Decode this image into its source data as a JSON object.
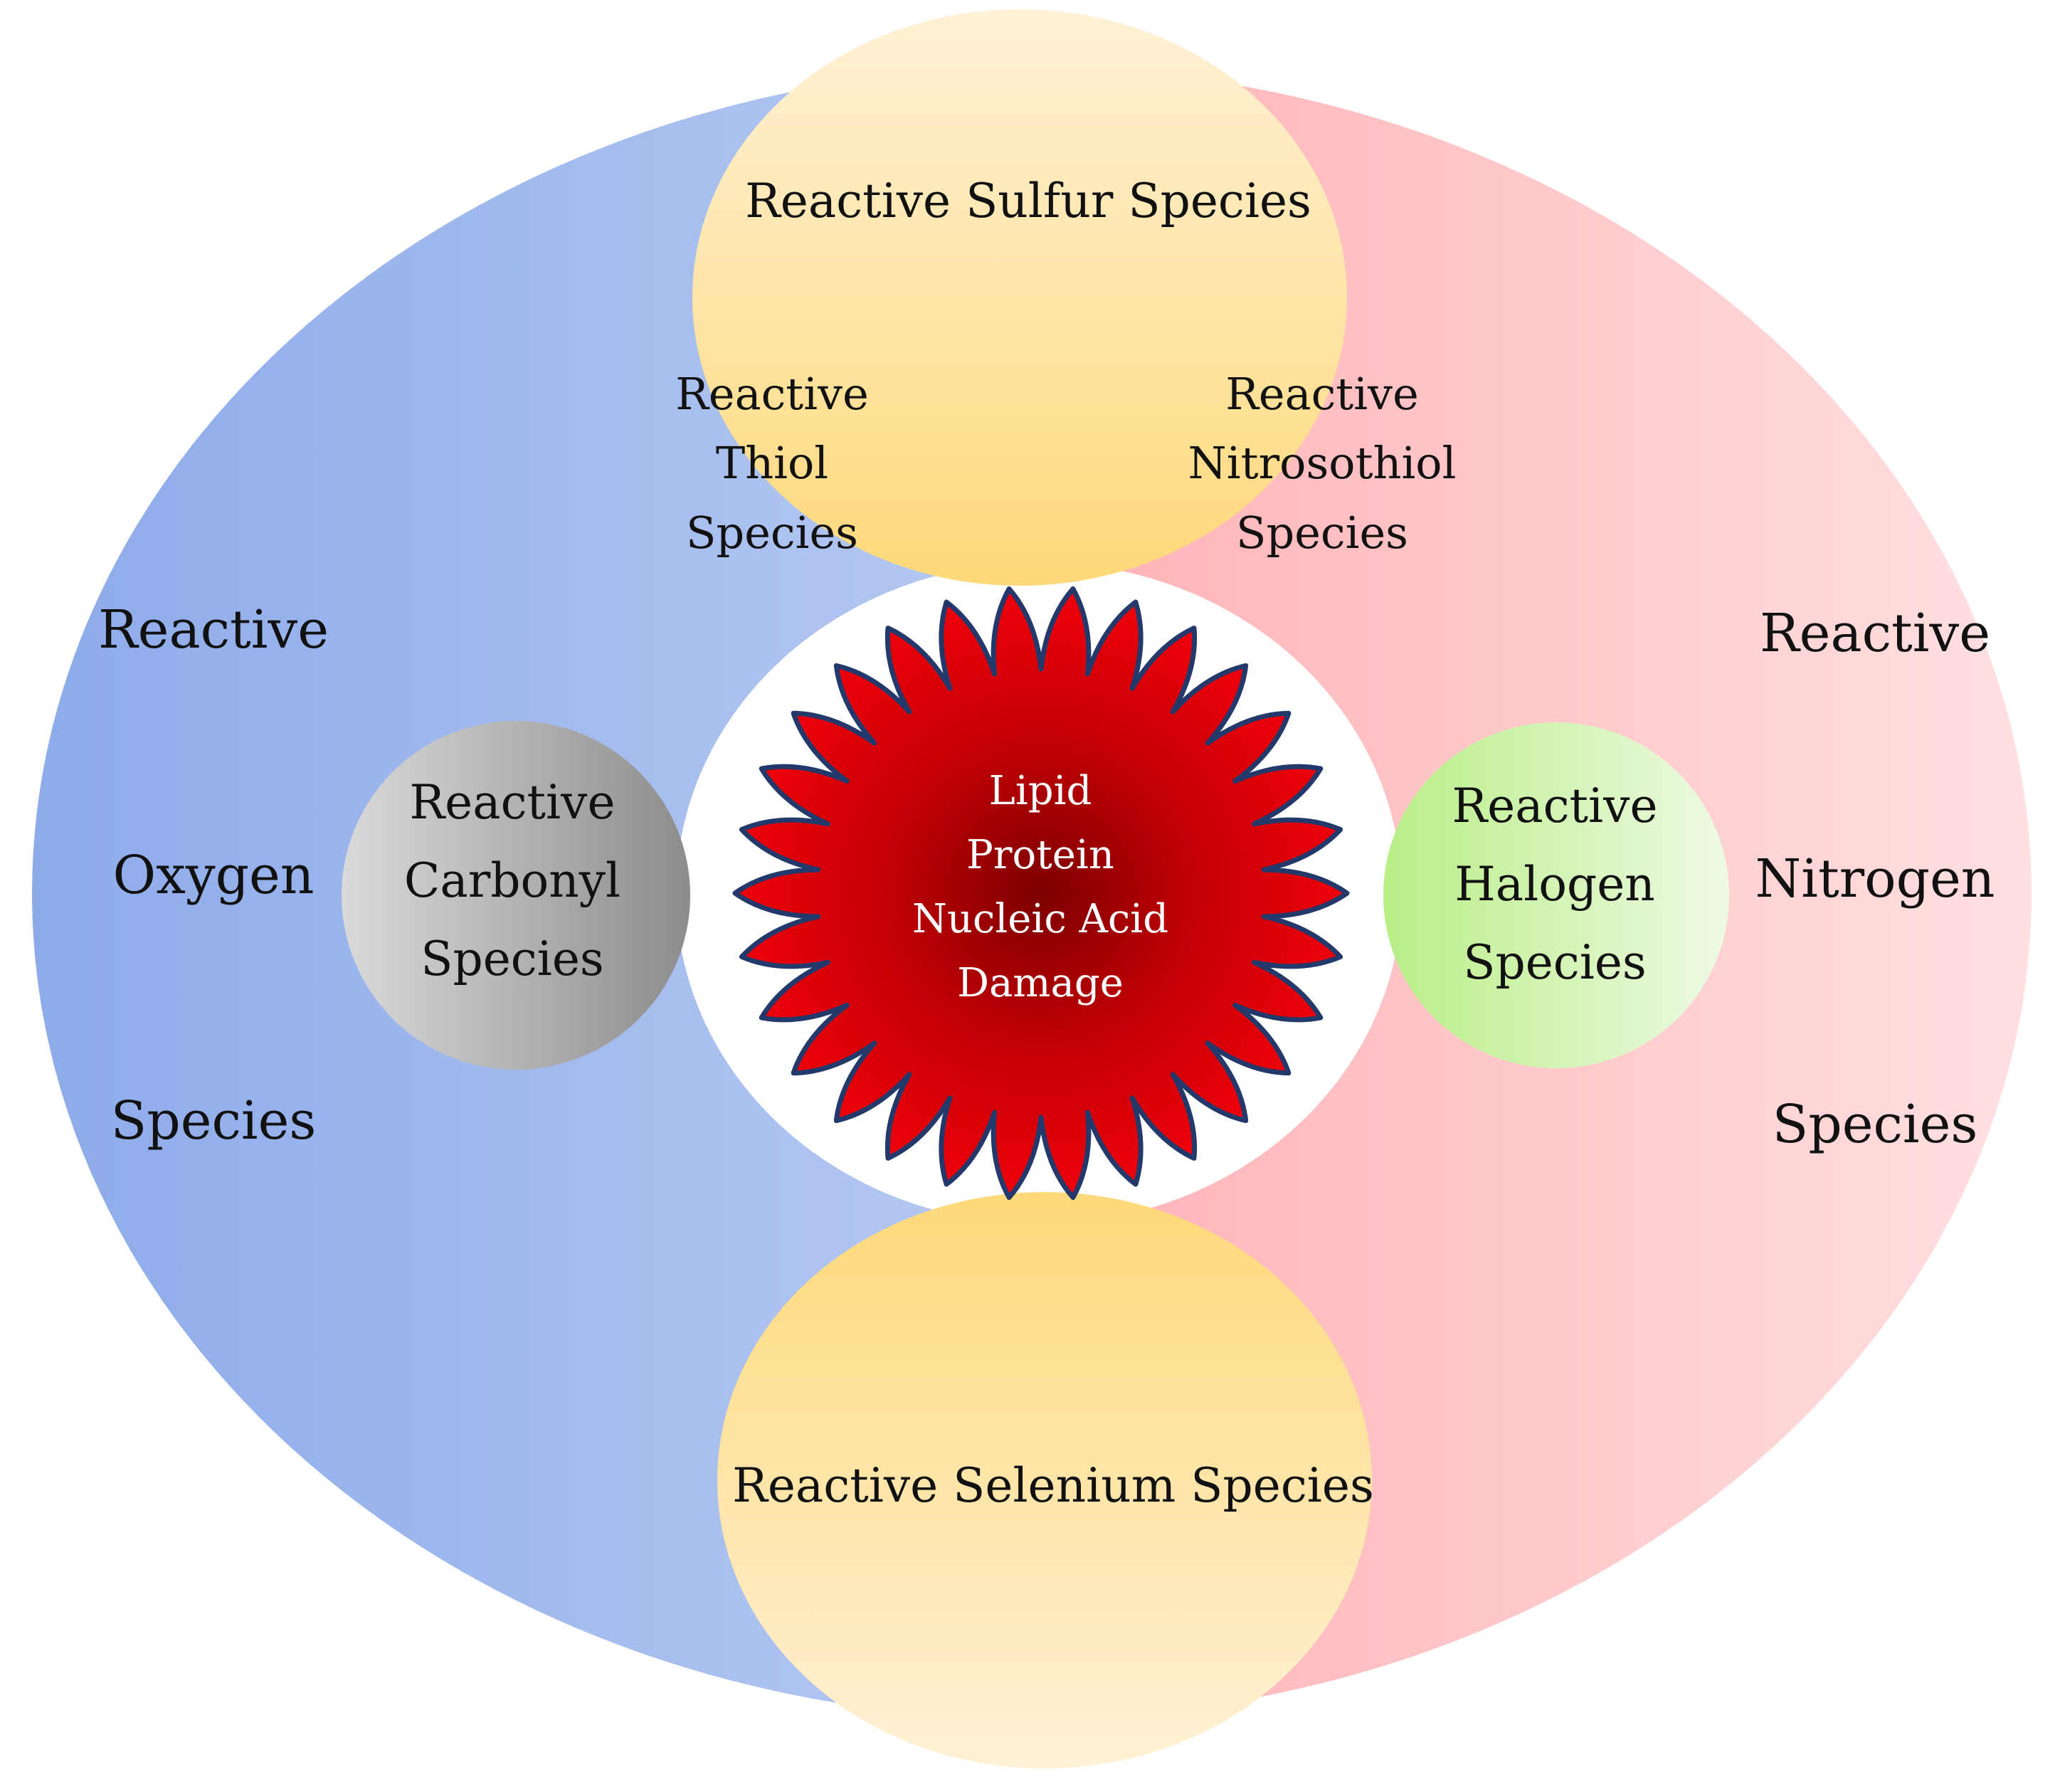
{
  "diagram": {
    "center": {
      "lines": [
        "Lipid",
        "Protein",
        "Nucleic Acid",
        "Damage"
      ]
    },
    "oxygen": {
      "lines": [
        "Reactive",
        "Oxygen",
        "Species"
      ]
    },
    "nitrogen": {
      "lines": [
        "Reactive",
        "Nitrogen",
        "Species"
      ]
    },
    "sulfur": {
      "label": "Reactive Sulfur Species"
    },
    "thiol": {
      "lines": [
        "Reactive",
        "Thiol",
        "Species"
      ]
    },
    "nitrosothiol": {
      "lines": [
        "Reactive",
        "Nitrosothiol",
        "Species"
      ]
    },
    "carbonyl": {
      "lines": [
        "Reactive",
        "Carbonyl",
        "Species"
      ]
    },
    "halogen": {
      "lines": [
        "Reactive",
        "Halogen",
        "Species"
      ]
    },
    "selenium": {
      "label": "Reactive Selenium Species"
    }
  },
  "colors": {
    "oxygen_fill": "#8eabea",
    "nitrogen_fill": "#ff8a8e",
    "sulfur_fill": "#fedf85",
    "selenium_fill": "#fedf85",
    "carbonyl_fill": "#9a9a9a",
    "halogen_fill": "#c4f09a",
    "burst_fill": "#e8000a",
    "burst_stroke": "#24396b"
  }
}
